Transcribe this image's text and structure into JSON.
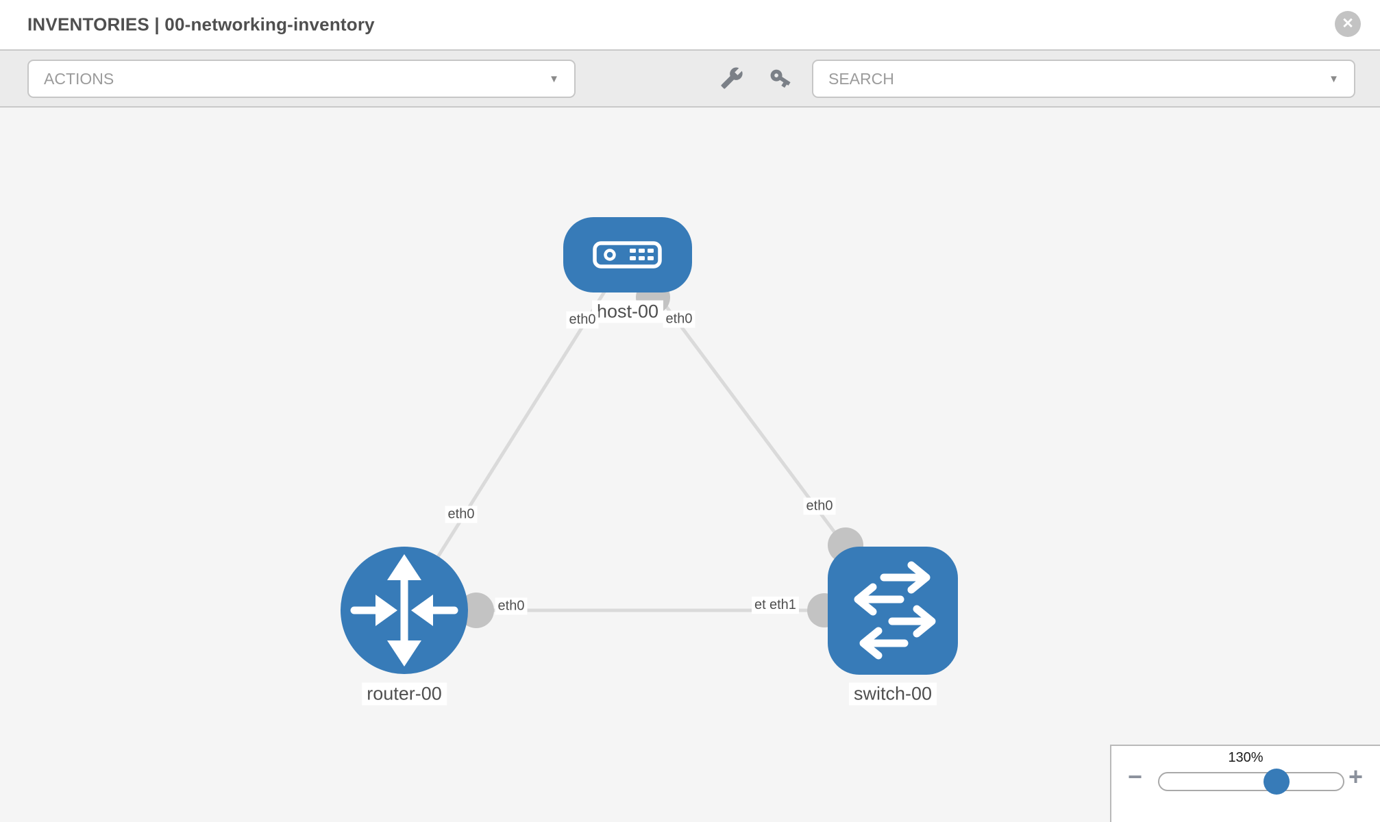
{
  "header": {
    "title": "INVENTORIES | 00-networking-inventory"
  },
  "icons": {
    "close": "✕",
    "caret_down": "▼"
  },
  "toolbar": {
    "actions_label": "ACTIONS",
    "search_label": "SEARCH"
  },
  "topology": {
    "nodes": [
      {
        "label": "host-00",
        "type": "host"
      },
      {
        "label": "router-00",
        "type": "router"
      },
      {
        "label": "switch-00",
        "type": "switch"
      }
    ],
    "links": [
      {
        "from": "host-00",
        "to": "router-00",
        "from_interface": "eth0",
        "to_interface": "eth0"
      },
      {
        "from": "host-00",
        "to": "switch-00",
        "from_interface": "eth0",
        "to_interface": "eth0"
      },
      {
        "from": "router-00",
        "to": "switch-00",
        "from_interface": "eth0",
        "to_interface": "eth1",
        "ghost_label": "eth1"
      }
    ]
  },
  "zoom_control": {
    "level": "130%",
    "minus_label": "−",
    "plus_label": "+"
  },
  "colors": {
    "node_blue": "#377bb8",
    "link_gray": "#dadada",
    "connector_gray": "#c3c3c3",
    "canvas_bg": "#f5f5f5",
    "toolbar_bg": "#ebebeb"
  }
}
